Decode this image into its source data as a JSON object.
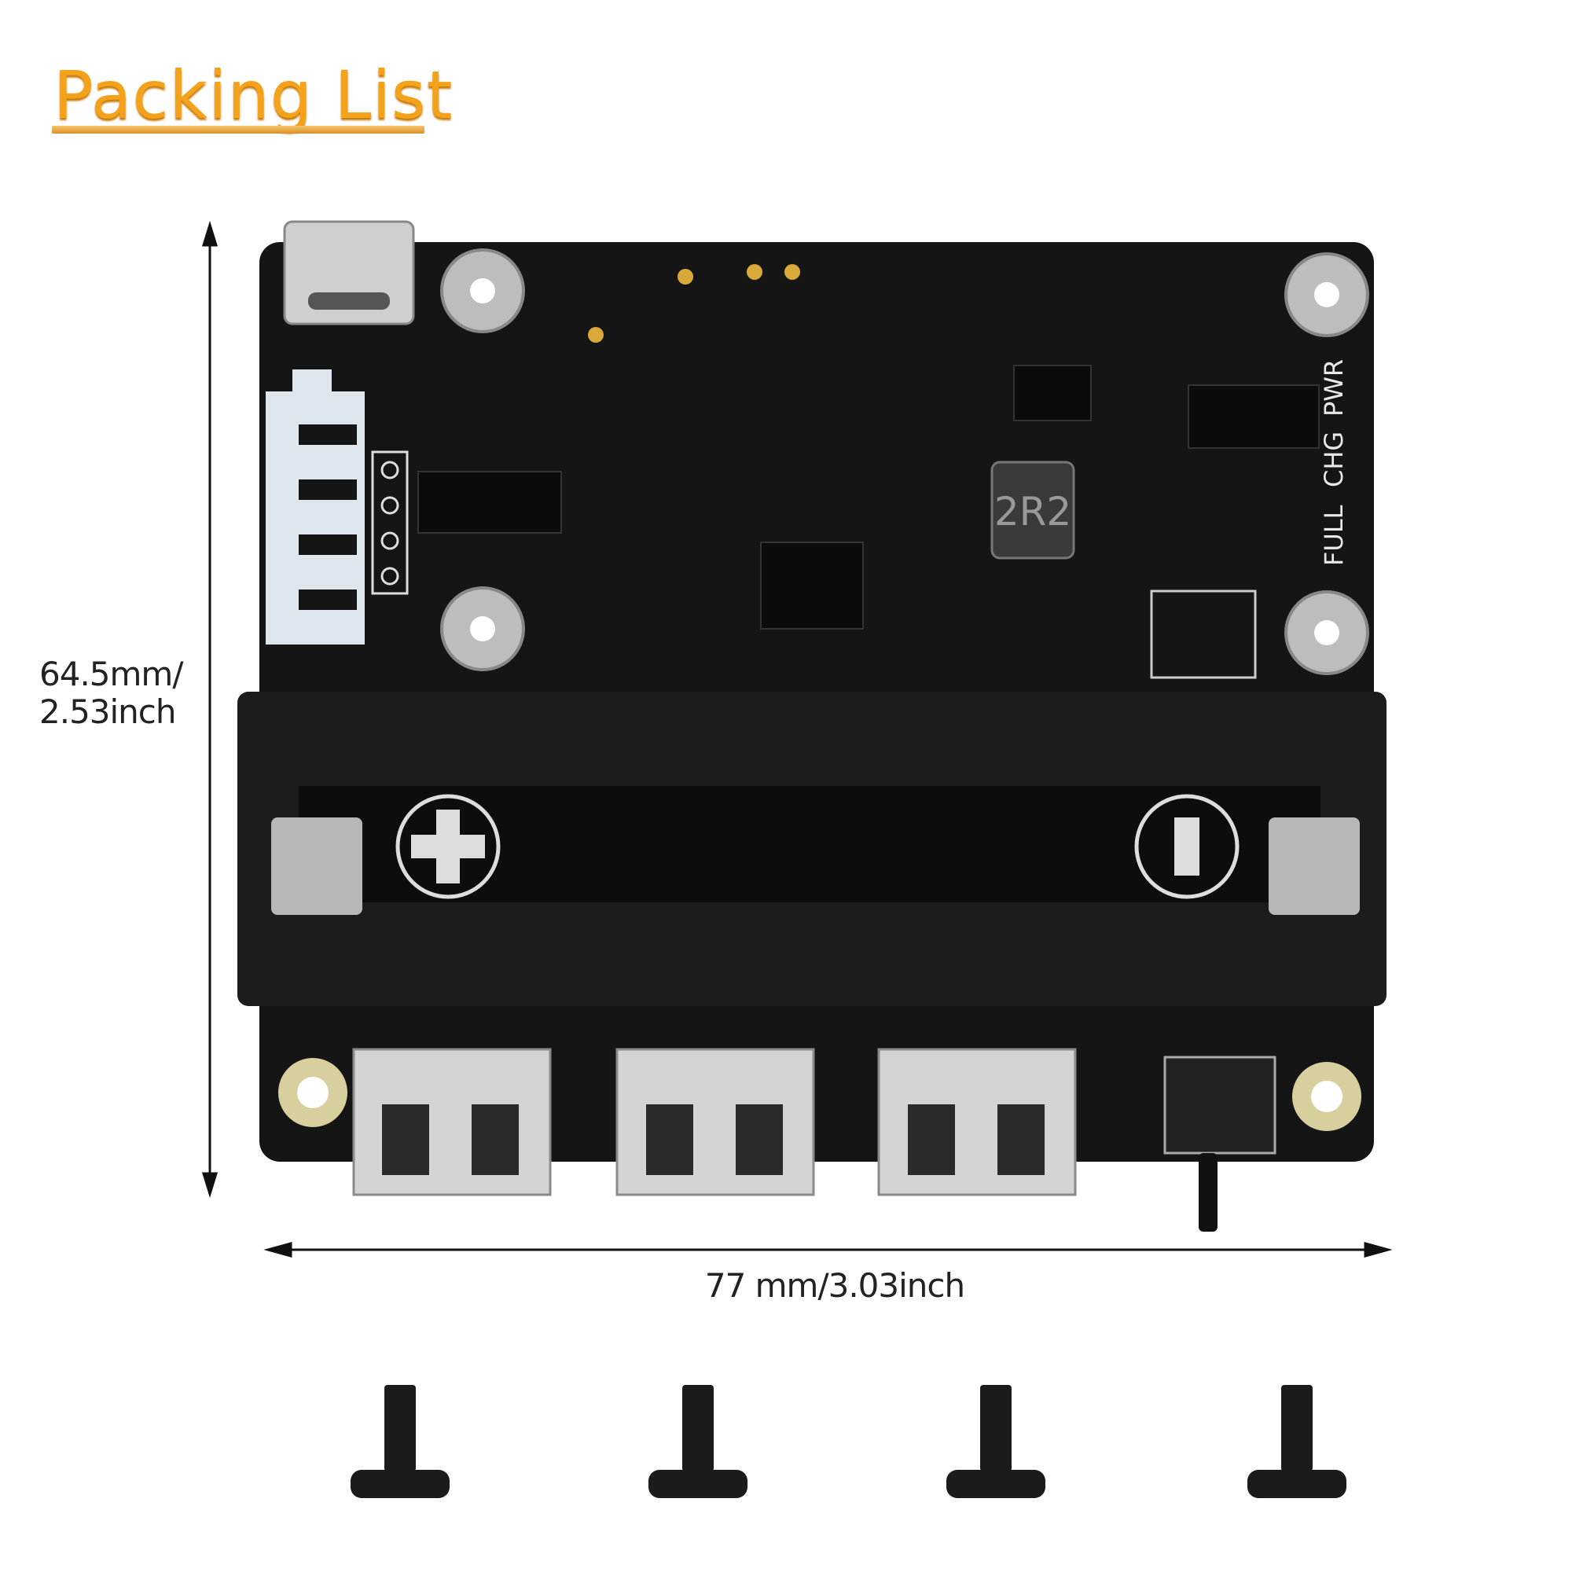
{
  "title": "Packing List",
  "dimensions": {
    "height_line1": "64.5mm/",
    "height_line2": "2.53inch",
    "width": "77 mm/3.03inch"
  },
  "board": {
    "led_labels": [
      "PWR",
      "CHG",
      "FULL"
    ],
    "inductor_marking": "2R2",
    "usb_ports": 3,
    "screws": 4
  },
  "colors": {
    "title": "#f4a21c",
    "pcb": "#141414",
    "metal": "#c9c9c9"
  }
}
